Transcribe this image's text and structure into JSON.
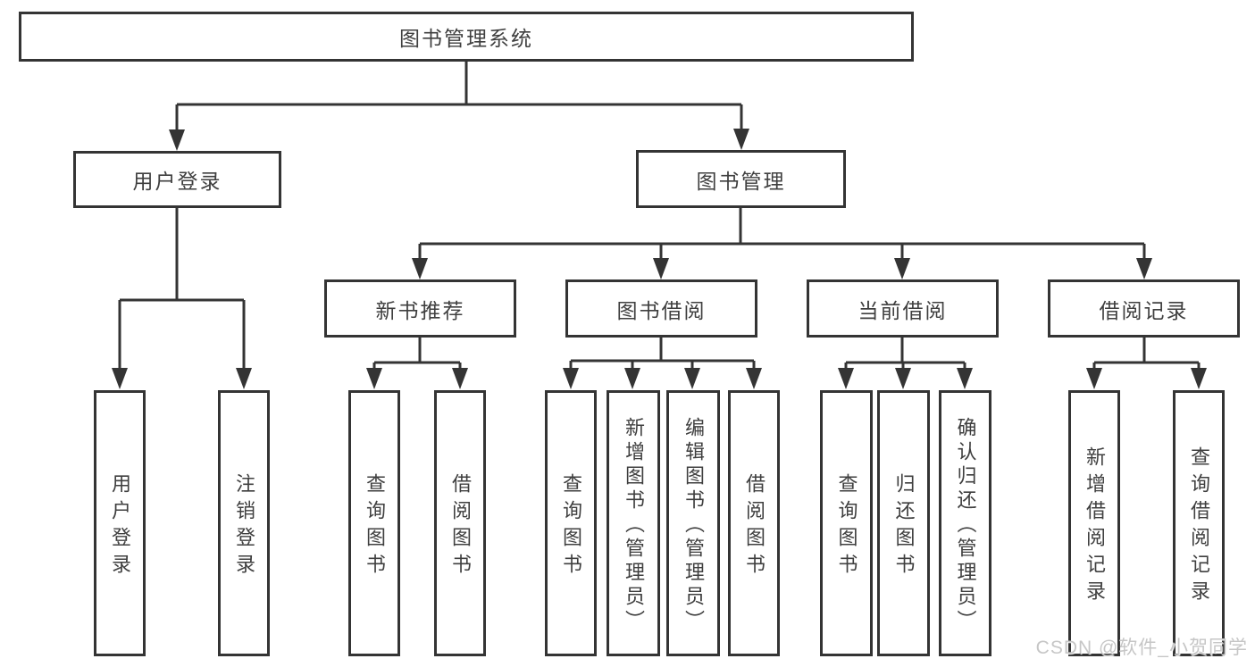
{
  "diagram": {
    "root": "图书管理系统",
    "level2": [
      {
        "label": "用户登录",
        "children": [
          "用户登录",
          "注销登录"
        ]
      },
      {
        "label": "图书管理"
      }
    ],
    "level3": [
      {
        "label": "新书推荐",
        "children": [
          "查询图书",
          "借阅图书"
        ]
      },
      {
        "label": "图书借阅",
        "children": [
          "查询图书",
          "新增图书（管理员）",
          "编辑图书（管理员）",
          "借阅图书"
        ]
      },
      {
        "label": "当前借阅",
        "children": [
          "查询图书",
          "归还图书",
          "确认归还（管理员）"
        ]
      },
      {
        "label": "借阅记录",
        "children": [
          "新增借阅记录",
          "查询借阅记录"
        ]
      }
    ]
  },
  "watermark": "CSDN @软件_小贺同学",
  "colors": {
    "line": "#343434",
    "text": "#3f3f3f",
    "watermark": "#c6c6c6"
  }
}
